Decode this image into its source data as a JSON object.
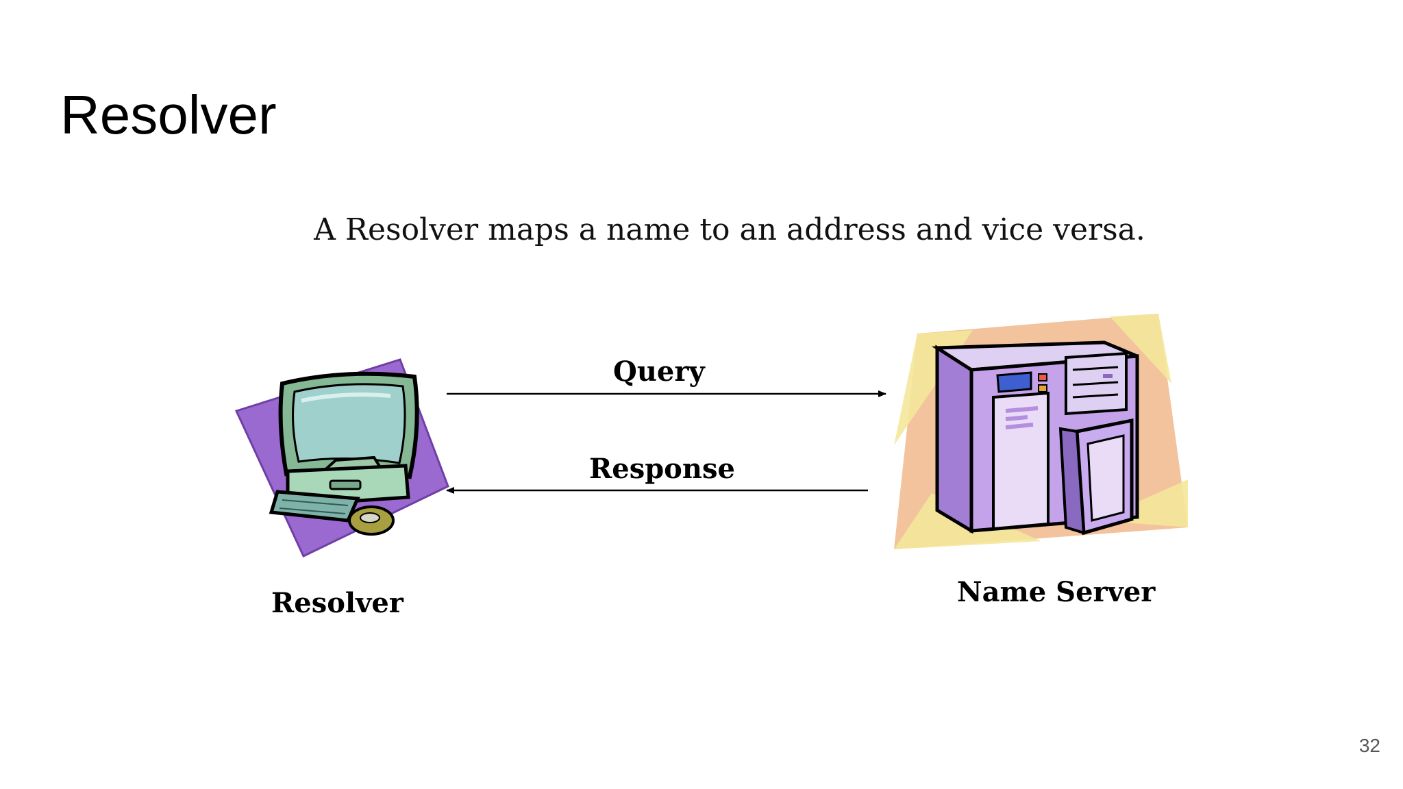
{
  "slide": {
    "title": "Resolver",
    "subtitle": "A Resolver maps a name to an address and vice versa.",
    "page_number": "32"
  },
  "diagram": {
    "nodes": [
      {
        "id": "resolver",
        "label": "Resolver",
        "icon": "desktop-computer-icon"
      },
      {
        "id": "name-server",
        "label": "Name Server",
        "icon": "server-cabinet-icon"
      }
    ],
    "edges": [
      {
        "from": "resolver",
        "to": "name-server",
        "label": "Query"
      },
      {
        "from": "name-server",
        "to": "resolver",
        "label": "Response"
      }
    ]
  },
  "colors": {
    "computer_backdrop": "#9b6ad0",
    "computer_screen": "#9fd0cc",
    "computer_body": "#a9d8b8",
    "server_backdrop_outer": "#f2c39d",
    "server_backdrop_inner": "#f4e79a",
    "server_body": "#c4a3ea",
    "server_panel": "#eadcf6",
    "arrow": "#000000"
  }
}
